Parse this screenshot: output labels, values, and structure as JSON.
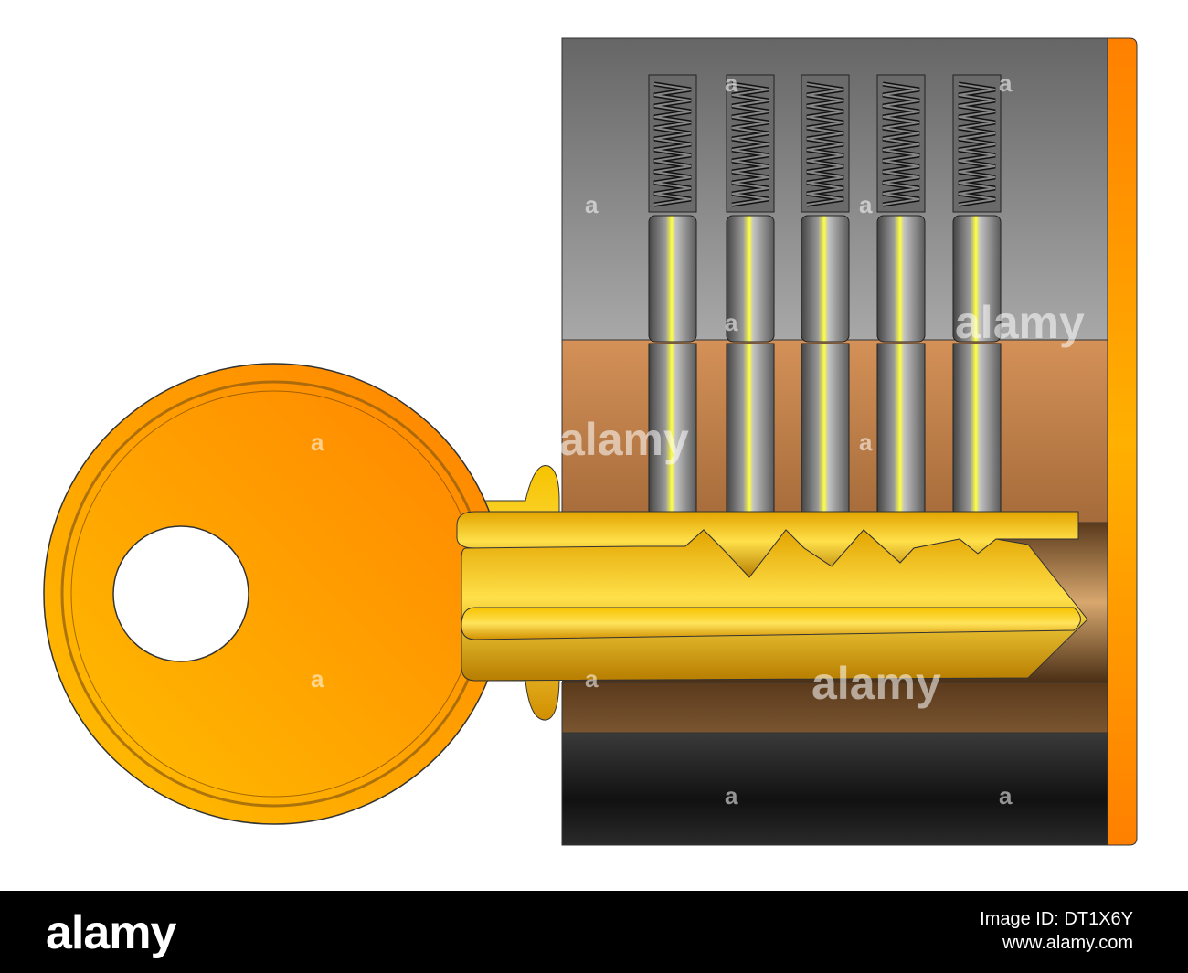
{
  "colors": {
    "housing_top": "#6e6e6e",
    "housing_mid": "#d08c55",
    "housing_bottom": "#1f1f1f",
    "key_gold": "#f7b500",
    "key_orange": "#ff8c00",
    "pin_highlight": "#f0f000",
    "face_plate": "#ff8a00"
  },
  "lock": {
    "pin_count": 5
  },
  "watermark": {
    "text": "alamy",
    "small": "a"
  },
  "footer": {
    "logo": "alamy",
    "image_id": "Image ID: DT1X6Y",
    "site": "www.alamy.com"
  }
}
